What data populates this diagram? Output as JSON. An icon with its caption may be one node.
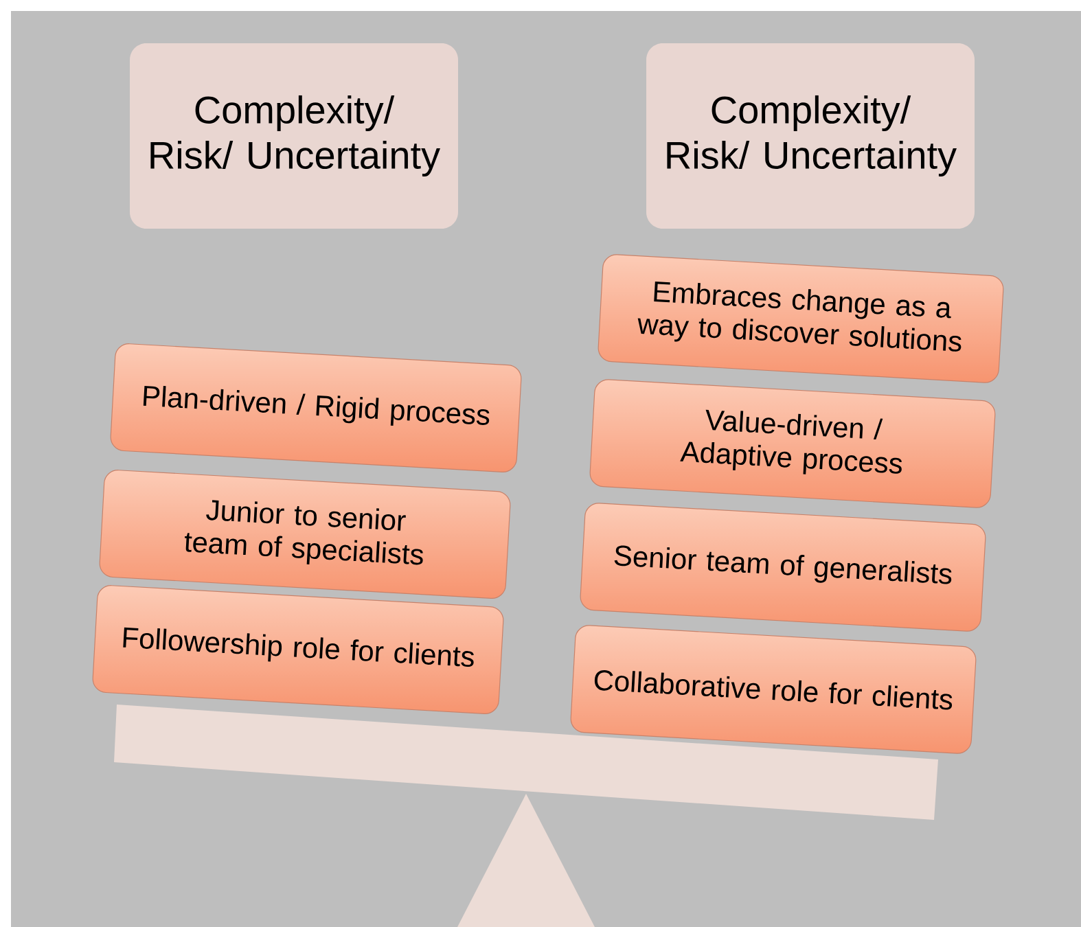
{
  "diagram": {
    "nodes": [
      {
        "text": [
          "Complexity/ Risk/ Uncertainty"
        ]
      },
      {
        "text": [
          "Complexity/ Risk/ Uncertainty"
        ]
      },
      {
        "text": [
          "Embraces change as a way to discover solutions"
        ]
      },
      {
        "text": [
          "Plan-driven / Rigid process"
        ]
      },
      {
        "text": [
          "Value-driven / Adaptive process"
        ]
      },
      {
        "text": [
          "Junior to senior team of specialists"
        ]
      },
      {
        "text": [
          "Senior team of generalists"
        ]
      },
      {
        "text": [
          "Followership role for clients"
        ]
      },
      {
        "text": [
          "Collaborative role for clients"
        ]
      }
    ]
  }
}
